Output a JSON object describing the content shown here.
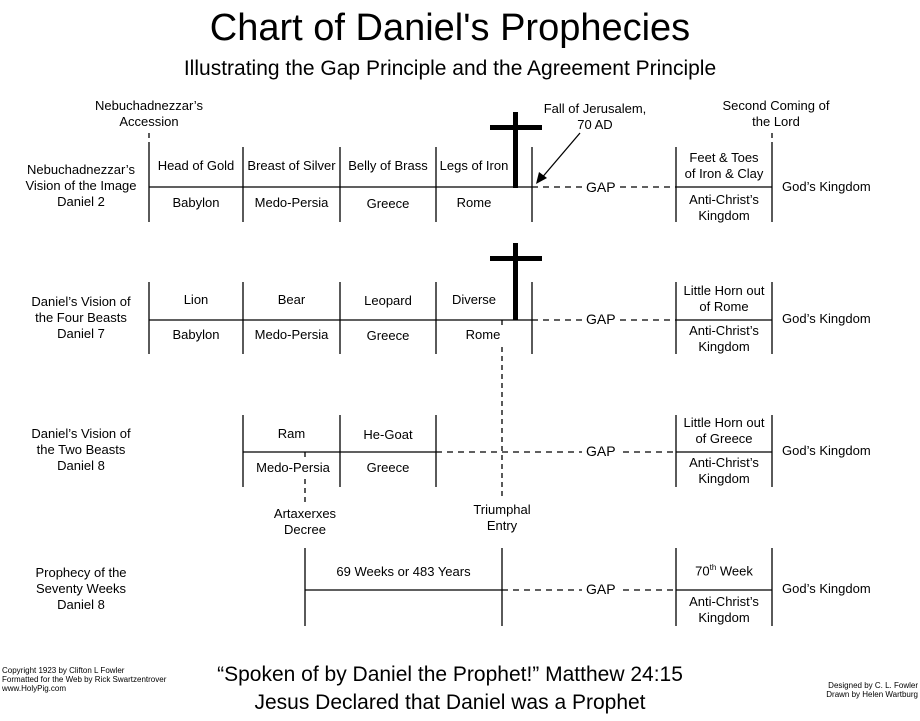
{
  "title": "Chart of Daniel's Prophecies",
  "subtitle": "Illustrating the Gap Principle and the Agreement Principle",
  "top_labels": {
    "accession": "Nebuchadnezzar’s\nAccession",
    "fall": "Fall of Jerusalem,\n70 AD",
    "second_coming": "Second Coming of\nthe Lord"
  },
  "gap_label": "GAP",
  "kingdom_label": "God’s Kingdom",
  "rows": {
    "image": {
      "label": "Nebuchadnezzar’s\nVision of the Image\nDaniel 2",
      "top": [
        "Head of Gold",
        "Breast of Silver",
        "Belly of Brass",
        "Legs of Iron"
      ],
      "bottom": [
        "Babylon",
        "Medo-Persia",
        "Greece",
        "Rome"
      ],
      "end_top": "Feet & Toes\nof Iron & Clay",
      "end_bottom": "Anti-Christ’s\nKingdom"
    },
    "beasts": {
      "label": "Daniel’s Vision of\nthe Four Beasts\nDaniel 7",
      "top": [
        "Lion",
        "Bear",
        "Leopard",
        "Diverse"
      ],
      "bottom": [
        "Babylon",
        "Medo-Persia",
        "Greece",
        "Rome"
      ],
      "end_top": "Little Horn out\nof Rome",
      "end_bottom": "Anti-Christ’s\nKingdom"
    },
    "two_beasts": {
      "label": "Daniel’s Vision of\nthe Two Beasts\nDaniel 8",
      "top": [
        "Ram",
        "He-Goat"
      ],
      "bottom": [
        "Medo-Persia",
        "Greece"
      ],
      "end_top": "Little Horn out\nof Greece",
      "end_bottom": "Anti-Christ’s\nKingdom"
    },
    "weeks": {
      "label": "Prophecy of the\nSeventy Weeks\nDaniel 8",
      "span": "69 Weeks or 483 Years",
      "end_top_main": "70",
      "end_top_sup": "th",
      "end_top_rest": " Week",
      "end_bottom": "Anti-Christ’s\nKingdom"
    }
  },
  "artaxerxes": "Artaxerxes\nDecree",
  "triumphal": "Triumphal\nEntry",
  "quote_line1": "“Spoken of by Daniel the Prophet!” Matthew 24:15",
  "quote_line2": "Jesus Declared that Daniel was a Prophet",
  "credits_left": [
    "Copyright 1923 by Clifton L Fowler",
    "Formatted for the Web by Rick Swartzentrover",
    "www.HolyPig.com"
  ],
  "credits_right": [
    "Designed by C. L. Fowler",
    "Drawn by Helen Wartburg"
  ]
}
